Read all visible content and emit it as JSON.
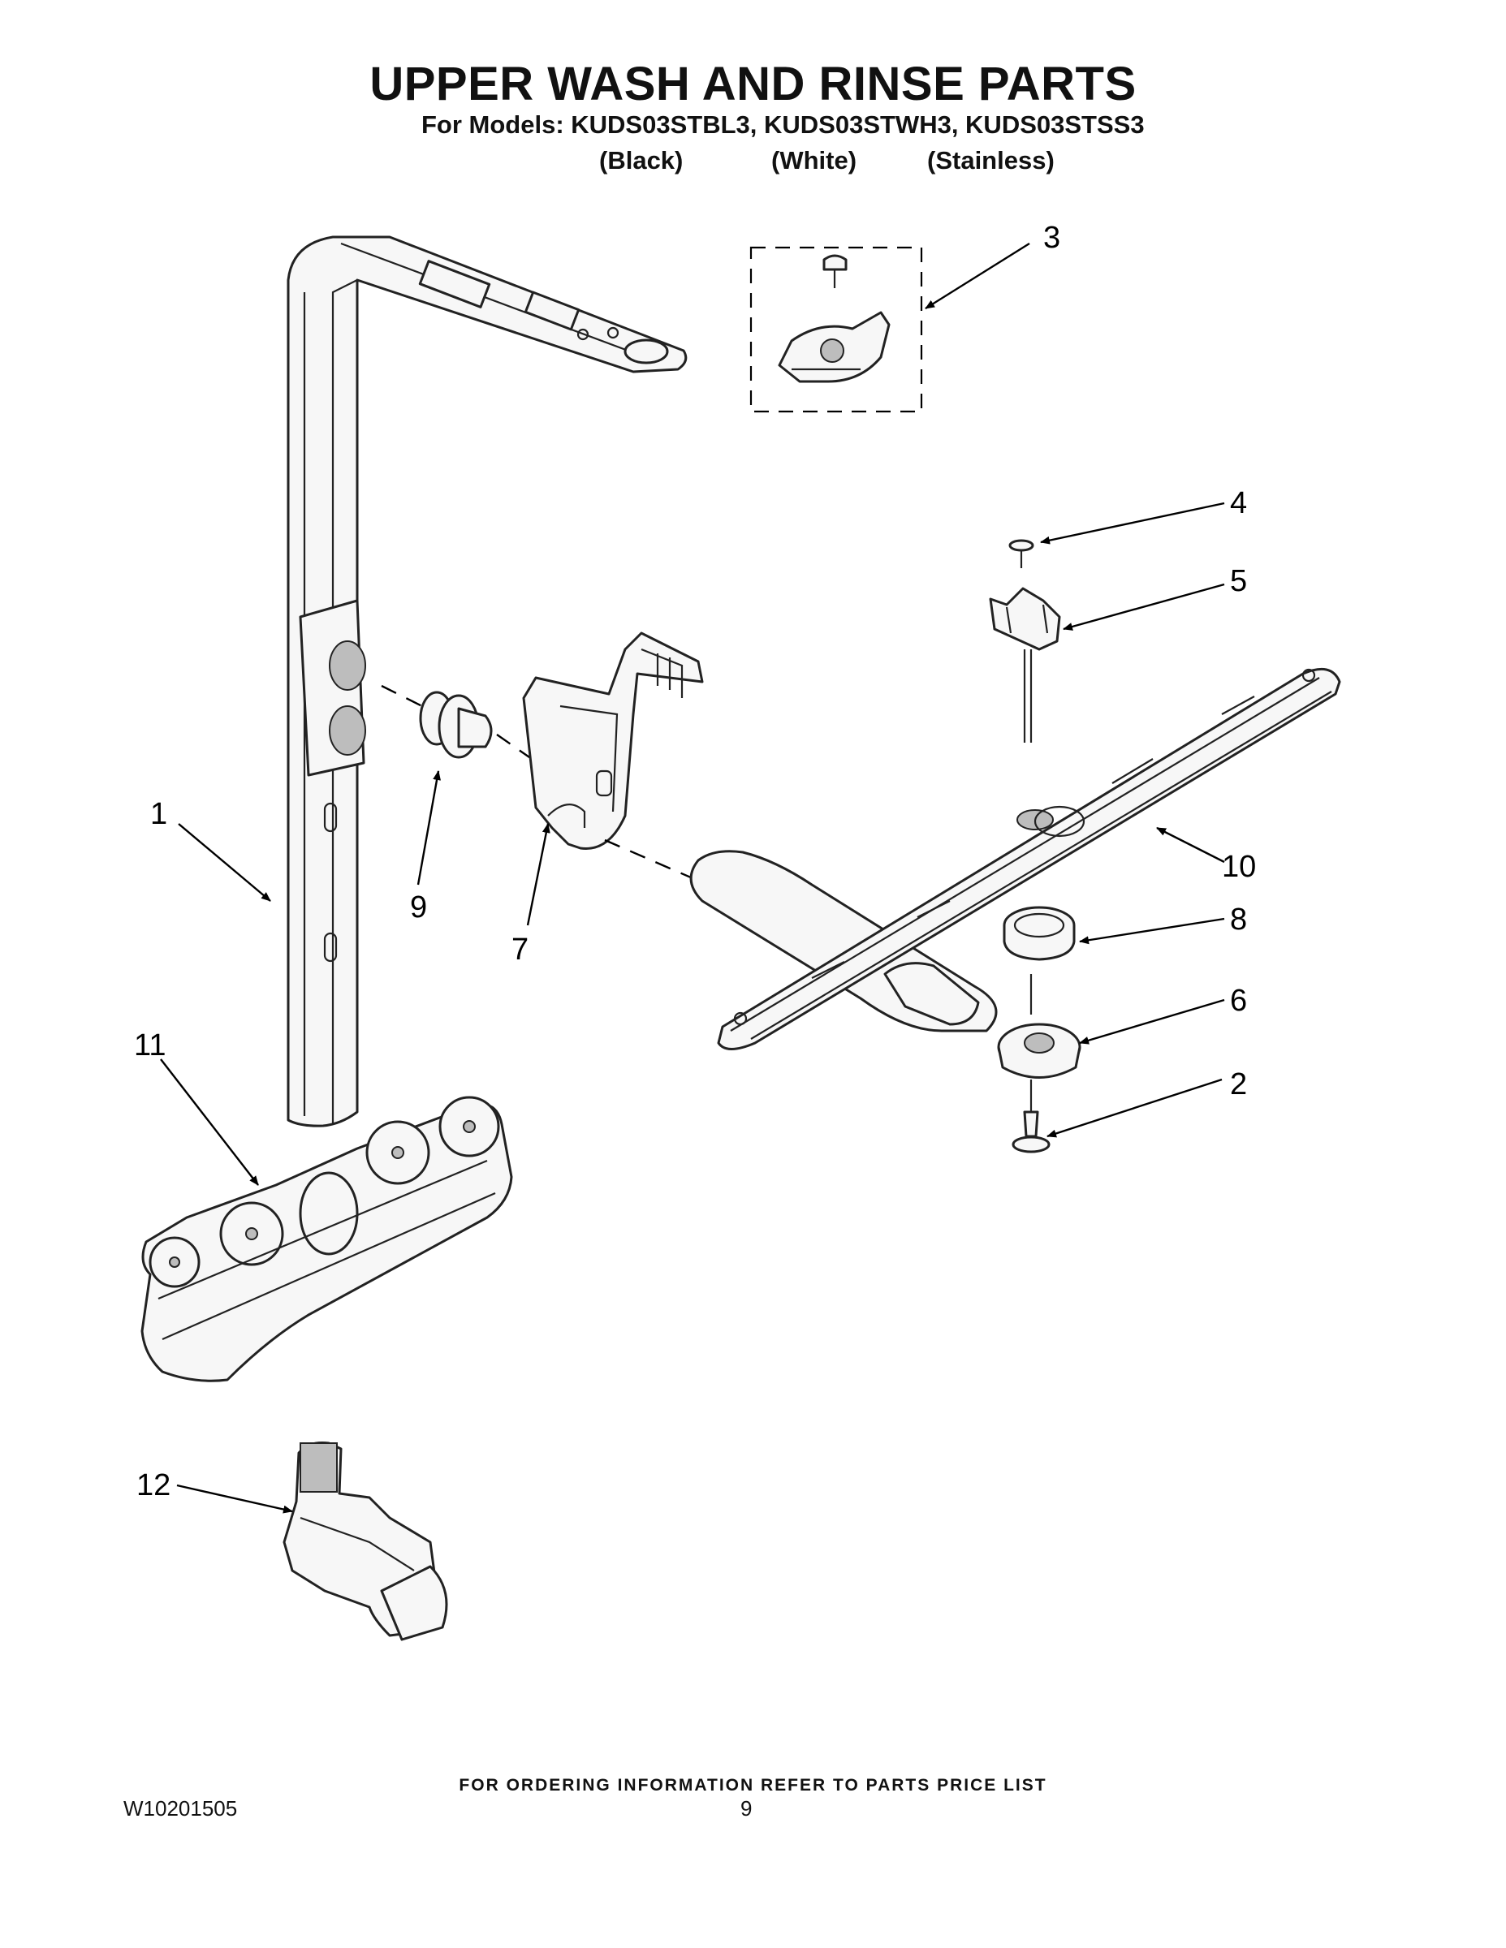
{
  "header": {
    "title": "UPPER WASH AND RINSE PARTS",
    "models_line": "For Models: KUDS03STBL3, KUDS03STWH3, KUDS03STSS3",
    "variants": [
      "(Black)",
      "(White)",
      "(Stainless)"
    ]
  },
  "callouts": [
    "1",
    "2",
    "3",
    "4",
    "5",
    "6",
    "7",
    "8",
    "9",
    "10",
    "11",
    "12"
  ],
  "footer": {
    "ordering_note": "FOR ORDERING INFORMATION REFER TO PARTS PRICE LIST",
    "document_number": "W10201505",
    "page_number": "9"
  }
}
